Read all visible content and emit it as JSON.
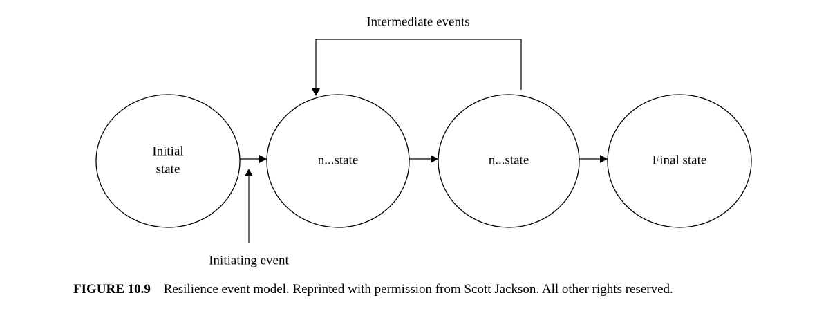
{
  "diagram": {
    "nodes": [
      {
        "id": "initial",
        "lines": [
          "Initial",
          "state"
        ]
      },
      {
        "id": "n1",
        "lines": [
          "n...state"
        ]
      },
      {
        "id": "n2",
        "lines": [
          "n...state"
        ]
      },
      {
        "id": "final",
        "lines": [
          "Final state"
        ]
      }
    ],
    "edges": [
      {
        "from": "initial",
        "to": "n1",
        "label": ""
      },
      {
        "from": "n1",
        "to": "n2",
        "label": ""
      },
      {
        "from": "n2",
        "to": "final",
        "label": ""
      },
      {
        "from": "n2",
        "to": "n1",
        "label": "Intermediate events"
      },
      {
        "from": "external",
        "to": "initial-n1-edge",
        "label": "Initiating event"
      }
    ]
  },
  "caption": {
    "label": "FIGURE 10.9",
    "text": "Resilience event model. Reprinted with permission from Scott Jackson. All other rights reserved."
  }
}
